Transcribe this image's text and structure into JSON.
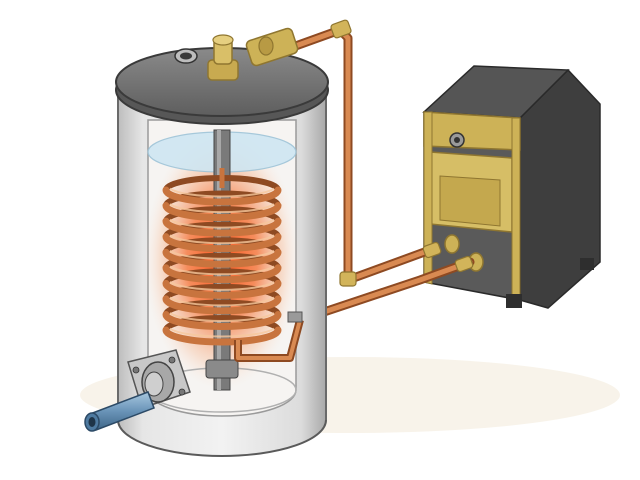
{
  "diagram": {
    "components": [
      {
        "id": "storage-tank",
        "kind": "cylinder"
      },
      {
        "id": "heating-coil",
        "kind": "helix",
        "turns": 10
      },
      {
        "id": "boiler",
        "kind": "box"
      },
      {
        "id": "cold-inlet",
        "kind": "pipe"
      },
      {
        "id": "flow-pipe",
        "kind": "pipe"
      },
      {
        "id": "return-pipe",
        "kind": "pipe"
      },
      {
        "id": "hot-outlet",
        "kind": "pipe"
      }
    ],
    "colors": {
      "copper": "#c8743e",
      "copper_dark": "#8e4a22",
      "brass": "#d2b45a",
      "brass_dark": "#8f7630",
      "tank_lid": "#6f6f6f",
      "tank_glass": "#dcdcdc",
      "glow": "#f05a20",
      "boiler_dark": "#3e3e3e",
      "boiler_front": "#cdb257",
      "water": "#cfe6f2"
    }
  }
}
